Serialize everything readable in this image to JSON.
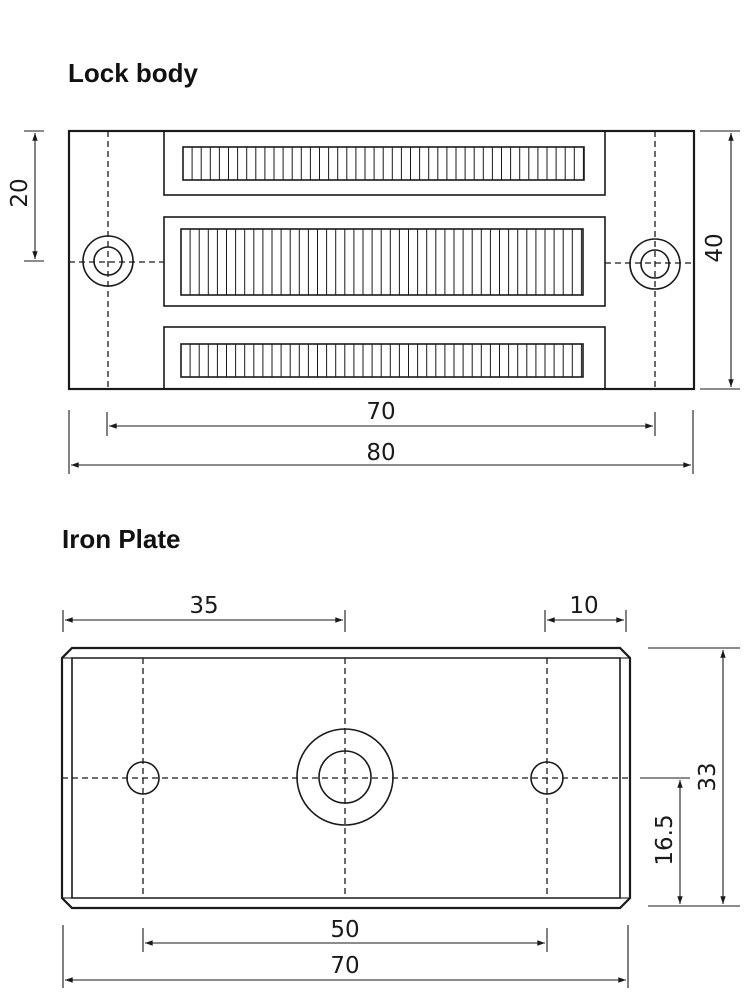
{
  "lock_body": {
    "title": "Lock body",
    "dims": {
      "height_half": "20",
      "height": "40",
      "hole_spacing": "70",
      "length": "80"
    }
  },
  "iron_plate": {
    "title": "Iron Plate",
    "dims": {
      "half_length": "35",
      "edge_offset": "10",
      "height": "33",
      "half_height": "16.5",
      "hole_spacing": "50",
      "length": "70"
    }
  }
}
